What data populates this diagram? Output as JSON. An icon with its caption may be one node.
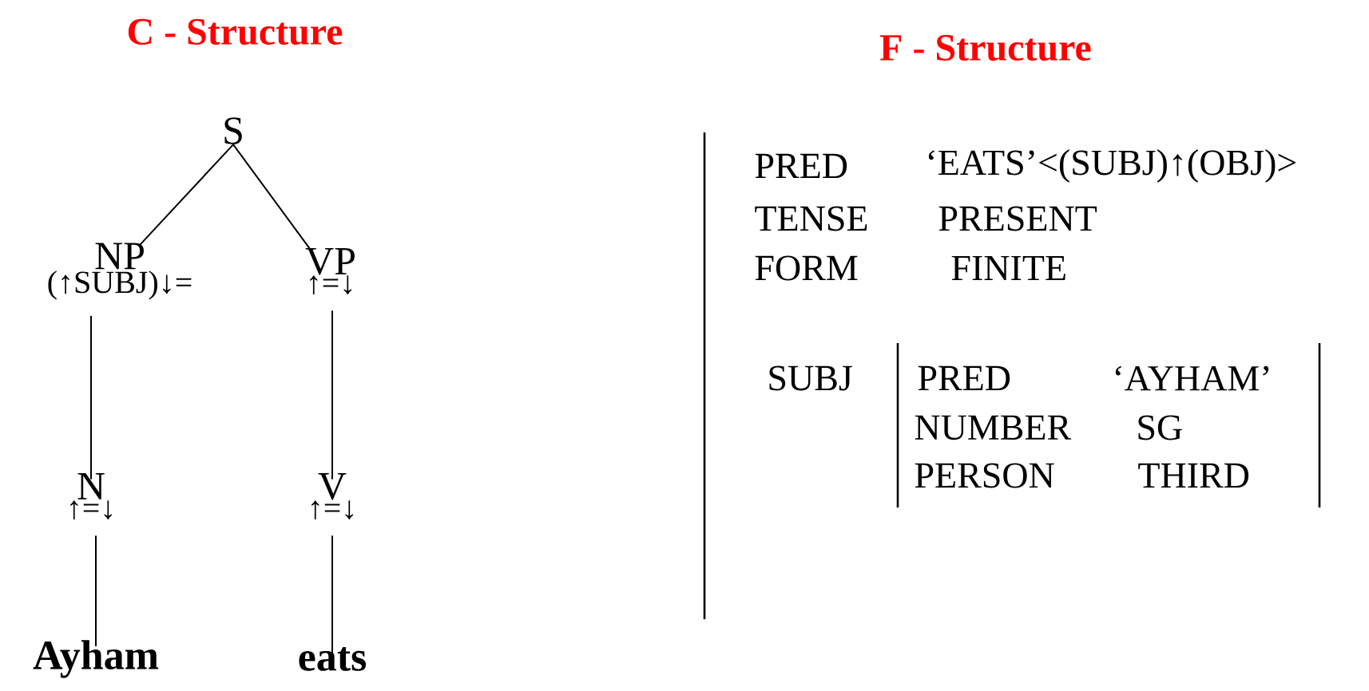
{
  "diagram": {
    "nodes": [
      {
        "text": [
          "S"
        ]
      },
      {
        "text": [
          "NP",
          "(↑SUBJ)↓="
        ]
      },
      {
        "text": [
          "VP",
          "↑=↓"
        ]
      },
      {
        "text": [
          "N",
          "↑=↓"
        ]
      },
      {
        "text": [
          "V",
          "↑=↓"
        ]
      },
      {
        "text": [
          "Ayham"
        ]
      },
      {
        "text": [
          "eats"
        ]
      }
    ],
    "edges": [
      {
        "from": 0,
        "to": 1,
        "arrow": "none"
      },
      {
        "from": 0,
        "to": 2,
        "arrow": "none"
      },
      {
        "from": 1,
        "to": 3,
        "arrow": "none"
      },
      {
        "from": 2,
        "to": 4,
        "arrow": "none"
      },
      {
        "from": 3,
        "to": 5,
        "arrow": "none"
      },
      {
        "from": 4,
        "to": 6,
        "arrow": "none"
      }
    ],
    "labels": [
      "C - Structure",
      "F - Structure",
      "PRED",
      "‘EATS’<(SUBJ)↑(OBJ)>",
      "TENSE",
      "PRESENT",
      "FORM",
      "FINITE",
      "SUBJ",
      "PRED",
      "‘AYHAM’",
      "NUMBER",
      "SG",
      "PERSON",
      "THIRD"
    ]
  }
}
